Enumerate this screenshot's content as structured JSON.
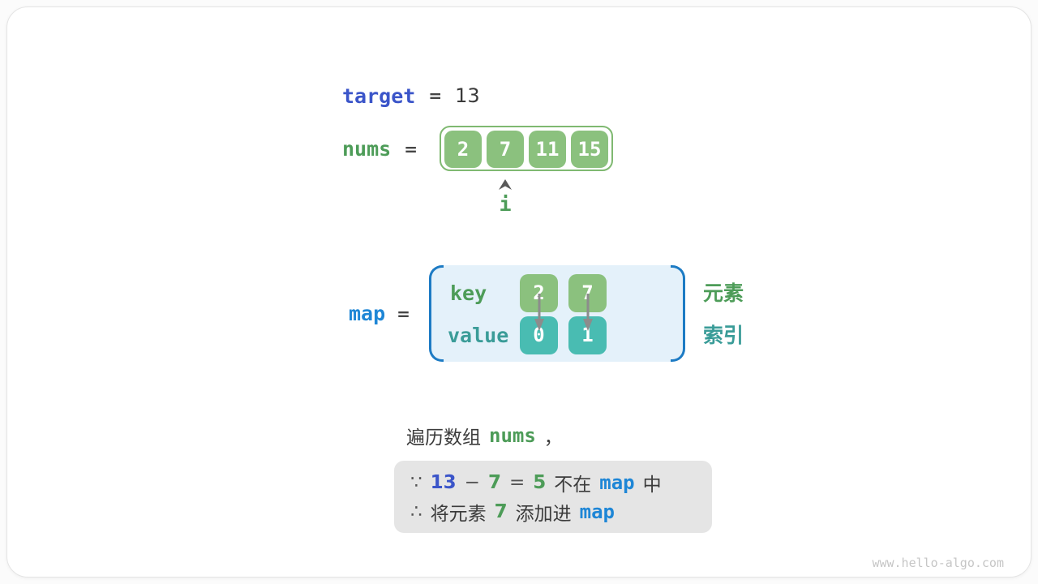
{
  "palette": {
    "royal_blue": "#3b55c9",
    "azure_blue": "#1e86d6",
    "bracket_blue": "#1d7bc4",
    "green_text": "#4d9c58",
    "teal_text": "#3a9c98",
    "green_box": "#8bc17e",
    "green_border": "#7fb971",
    "teal_box": "#49bcb2",
    "map_fill": "#e4f1fa",
    "note_bg": "#e5e5e5"
  },
  "target": {
    "name": "target",
    "equals": "=",
    "value": "13"
  },
  "nums": {
    "name": "nums",
    "equals": "=",
    "values": [
      "2",
      "7",
      "11",
      "15"
    ],
    "pointer_label": "i"
  },
  "map": {
    "name": "map",
    "equals": "=",
    "key_label": "key",
    "value_label": "value",
    "entries": [
      {
        "key": "2",
        "value": "0"
      },
      {
        "key": "7",
        "value": "1"
      }
    ],
    "element_label": "元素",
    "index_label": "索引"
  },
  "caption": {
    "text": "遍历数组",
    "var": "nums",
    "comma": "，"
  },
  "note": {
    "line1": {
      "because": "∵",
      "target": "13",
      "minus": "−",
      "element": "7",
      "equals": "=",
      "result": "5",
      "not_in": "不在",
      "map": "map",
      "suffix": "中"
    },
    "line2": {
      "therefore": "∴",
      "prefix": "将元素",
      "element": "7",
      "action": "添加进",
      "map": "map"
    }
  },
  "watermark": "www.hello-algo.com"
}
